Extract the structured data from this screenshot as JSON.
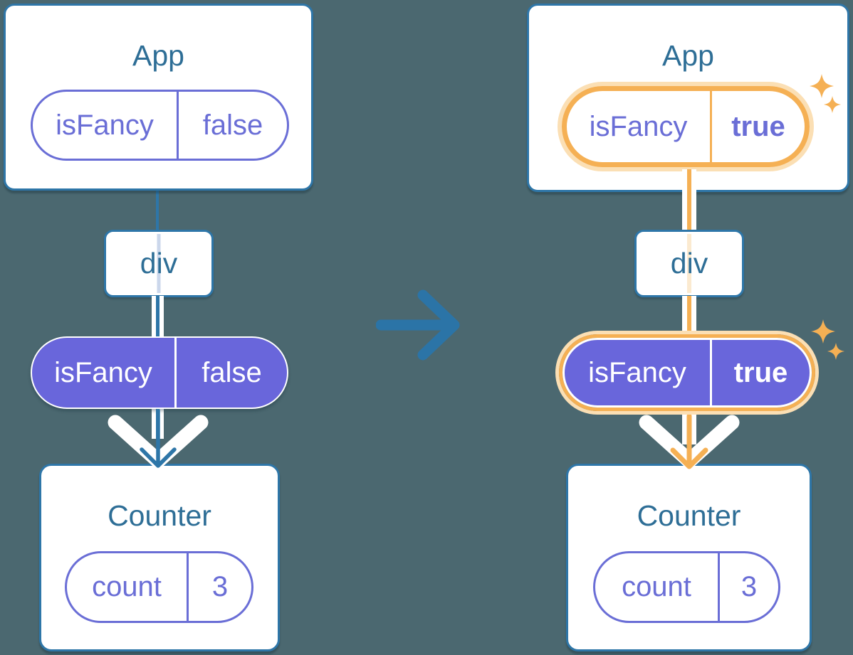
{
  "colors": {
    "background": "#4B6870",
    "card_border_blue": "#2E76A8",
    "title_blue": "#2E6E96",
    "purple_outline": "#6A6ED6",
    "purple_fill": "#6966DB",
    "highlight_orange": "#F5B054",
    "highlight_orange_glow": "#FBDFB4",
    "trace_faint_blue": "#CBD7EB",
    "trace_faint_orange": "#FBEAD0",
    "pipe_white": "#FFFFFF"
  },
  "icons": {
    "transition": "arrow-right-icon",
    "flow_down_before": "arrow-down-icon",
    "flow_down_after": "arrow-down-icon",
    "highlight": "sparkle-icon"
  },
  "before": {
    "app": {
      "title": "App",
      "state_name": "isFancy",
      "state_value": "false"
    },
    "div_label": "div",
    "prop": {
      "name": "isFancy",
      "value": "false"
    },
    "counter": {
      "title": "Counter",
      "state_name": "count",
      "state_value": "3"
    }
  },
  "after": {
    "app": {
      "title": "App",
      "state_name": "isFancy",
      "state_value": "true"
    },
    "div_label": "div",
    "prop": {
      "name": "isFancy",
      "value": "true"
    },
    "counter": {
      "title": "Counter",
      "state_name": "count",
      "state_value": "3"
    }
  }
}
